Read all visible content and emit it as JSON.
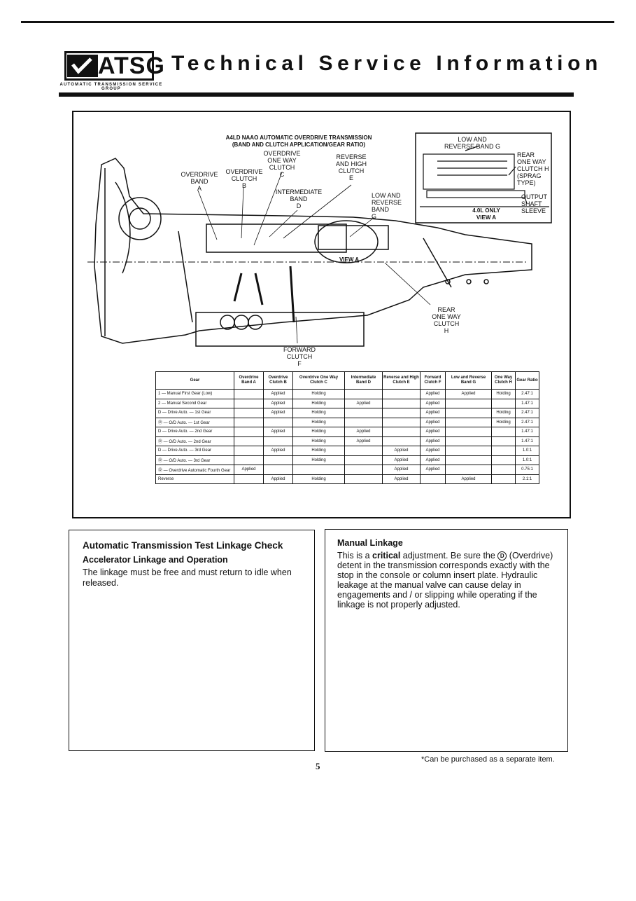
{
  "header": {
    "logo_text": "ATSG",
    "logo_tagline": "AUTOMATIC TRANSMISSION SERVICE GROUP",
    "title": "Technical Service Information"
  },
  "figure": {
    "title_line1": "A4LD NAAO AUTOMATIC OVERDRIVE TRANSMISSION",
    "title_line2": "(BAND AND CLUTCH APPLICATION/GEAR RATIO)",
    "labels": {
      "overdrive_band": [
        "OVERDRIVE",
        "BAND",
        "A"
      ],
      "overdrive_clutch": [
        "OVERDRIVE",
        "CLUTCH",
        "B"
      ],
      "overdrive_one_way_clutch": [
        "OVERDRIVE",
        "ONE WAY",
        "CLUTCH",
        "C"
      ],
      "intermediate_band": [
        "INTERMEDIATE",
        "BAND",
        "D"
      ],
      "reverse_high_clutch": [
        "REVERSE",
        "AND HIGH",
        "CLUTCH",
        "E"
      ],
      "low_reverse_band": [
        "LOW AND",
        "REVERSE",
        "BAND",
        "G"
      ],
      "forward_clutch": [
        "FORWARD",
        "CLUTCH",
        "F"
      ],
      "rear_one_way_clutch": [
        "REAR",
        "ONE WAY",
        "CLUTCH",
        "H"
      ],
      "view_a": "VIEW A"
    },
    "inset": {
      "low_reverse_band_g": [
        "LOW AND",
        "REVERSE BAND G"
      ],
      "rear_one_way_clutch_h": [
        "REAR",
        "ONE WAY",
        "CLUTCH H",
        "(SPRAG",
        "TYPE)"
      ],
      "output_shaft_sleeve": [
        "OUTPUT",
        "SHAFT",
        "SLEEVE"
      ],
      "caption": [
        "4.0L ONLY",
        "VIEW A"
      ]
    }
  },
  "table": {
    "headers": [
      "Gear",
      "Overdrive Band A",
      "Overdrive Clutch B",
      "Overdrive One Way Clutch C",
      "Intermediate Band D",
      "Reverse and High Clutch E",
      "Forward Clutch F",
      "Low and Reverse Band G",
      "One Way Clutch H",
      "Gear Ratio"
    ],
    "rows": [
      [
        "1 — Manual First Gear (Low)",
        "",
        "Applied",
        "Holding",
        "",
        "",
        "Applied",
        "Applied",
        "Holding",
        "2.47:1"
      ],
      [
        "2 — Manual Second Gear",
        "",
        "Applied",
        "Holding",
        "Applied",
        "",
        "Applied",
        "",
        "",
        "1.47:1"
      ],
      [
        "D — Drive Auto. — 1st Gear",
        "",
        "Applied",
        "Holding",
        "",
        "",
        "Applied",
        "",
        "Holding",
        "2.47:1"
      ],
      [
        "Ⓓ — O/D Auto. — 1st Gear",
        "",
        "",
        "Holding",
        "",
        "",
        "Applied",
        "",
        "Holding",
        "2.47:1"
      ],
      [
        "D — Drive Auto. — 2nd Gear",
        "",
        "Applied",
        "Holding",
        "Applied",
        "",
        "Applied",
        "",
        "",
        "1.47:1"
      ],
      [
        "Ⓓ — O/D Auto. — 2nd Gear",
        "",
        "",
        "Holding",
        "Applied",
        "",
        "Applied",
        "",
        "",
        "1.47:1"
      ],
      [
        "D — Drive Auto. — 3rd Gear",
        "",
        "Applied",
        "Holding",
        "",
        "Applied",
        "Applied",
        "",
        "",
        "1.0:1"
      ],
      [
        "Ⓓ — O/D Auto. — 3rd Gear",
        "",
        "",
        "Holding",
        "",
        "Applied",
        "Applied",
        "",
        "",
        "1.0:1"
      ],
      [
        "Ⓓ — Overdrive Automatic Fourth Gear",
        "Applied",
        "",
        "",
        "",
        "Applied",
        "Applied",
        "",
        "",
        "0.75:1"
      ],
      [
        "Reverse",
        "",
        "Applied",
        "Holding",
        "",
        "Applied",
        "",
        "Applied",
        "",
        "2.1:1"
      ]
    ]
  },
  "left_section": {
    "heading": "Automatic Transmission Test Linkage Check",
    "subheading": "Accelerator Linkage and Operation",
    "body": "The linkage must be free and must return to idle when released."
  },
  "right_section": {
    "heading": "Manual Linkage",
    "body_pre": "This is a ",
    "body_bold": "critical",
    "body_mid": " adjustment. Be sure the ",
    "od_symbol": "D",
    "body_post": "(Overdrive) detent in the transmission corresponds exactly with the stop in the console or column insert plate. Hydraulic leakage at the manual valve can cause delay in engagements and / or slipping while operating if the linkage is not properly adjusted."
  },
  "footnote": "*Can be purchased as a separate item.",
  "page_number": "5"
}
